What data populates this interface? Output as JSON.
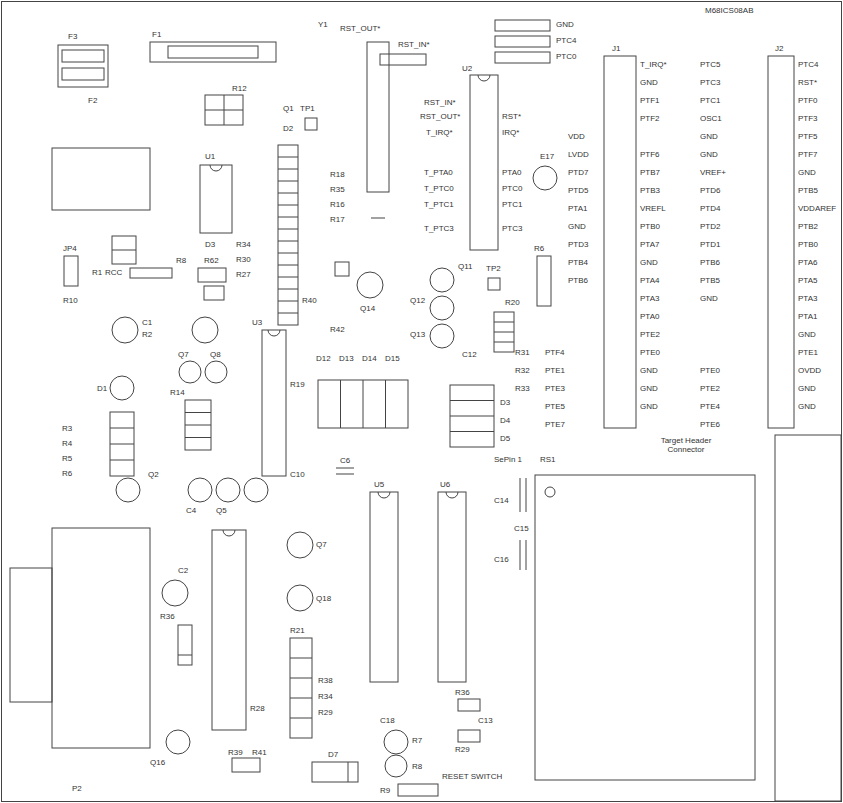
{
  "diagram": {
    "labels": [
      "M68ICS08AB",
      "F3",
      "F1",
      "Y1",
      "RST_OUT*",
      "RST_IN*",
      "GND",
      "PTC4",
      "PTC0",
      "J1",
      "J2",
      "T_IRQ*",
      "GND",
      "PTF1",
      "PTF2",
      "PTF6",
      "PTB7",
      "PTB3",
      "VREFL",
      "PTB0",
      "PTA7",
      "GND",
      "PTA4",
      "PTA3",
      "PTA0",
      "PTE2",
      "PTE0",
      "GND",
      "GND",
      "GND",
      "PTC5",
      "PTC3",
      "PTC1",
      "OSC1",
      "GND",
      "GND",
      "VREF+",
      "PTD6",
      "PTD4",
      "PTD2",
      "PTD1",
      "PTB6",
      "PTB5",
      "GND",
      "PTE0",
      "PTE2",
      "PTE4",
      "PTE6",
      "PTC4",
      "RST*",
      "PTF0",
      "PTF3",
      "PTF5",
      "PTF7",
      "GND",
      "PTB5",
      "VDDAREF",
      "PTB2",
      "PTB0",
      "PTA6",
      "PTA5",
      "PTA3",
      "PTA1",
      "GND",
      "PTE1",
      "OVDD",
      "GND",
      "GND",
      "VDD",
      "LVDD",
      "PTD7",
      "PTD5",
      "PTA1",
      "GND",
      "PTD3",
      "PTB4",
      "PTB6",
      "PTF4",
      "PTE1",
      "PTE3",
      "PTE5",
      "PTE7",
      "R31",
      "R32",
      "R33",
      "U2",
      "RST_IN*",
      "RST_OUT*",
      "T_IRQ*",
      "T_PTA0",
      "T_PTC0",
      "T_PTC1",
      "T_PTC3",
      "RST*",
      "IRQ*",
      "PTA0",
      "PTC0",
      "PTC1",
      "PTC3",
      "E17",
      "F2",
      "U1",
      "R12",
      "Q1",
      "TP1",
      "D2",
      "R18",
      "R35",
      "R16",
      "R17",
      "D3",
      "R34",
      "R30",
      "R27",
      "R40",
      "Q14",
      "Q11",
      "Q12",
      "Q13",
      "R42",
      "C12",
      "TP2",
      "R20",
      "R6",
      "JP4",
      "R10",
      "R1",
      "RCC",
      "R8",
      "R62",
      "C1",
      "R2",
      "D1",
      "R3",
      "R4",
      "R5",
      "R6",
      "Q7",
      "Q8",
      "R14",
      "U3",
      "R19",
      "C10",
      "C6",
      "Q2",
      "C4",
      "Q5",
      "C2",
      "R36",
      "D12",
      "D13",
      "D14",
      "D15",
      "D3",
      "D4",
      "D5",
      "SePin 1",
      "RS1",
      "C14",
      "C15",
      "C16",
      "U5",
      "U6",
      "Q7",
      "Q18",
      "R21",
      "R38",
      "R34",
      "R29",
      "R28",
      "C18",
      "R7",
      "R8",
      "R9",
      "RESET SWITCH",
      "C13",
      "R36",
      "R29",
      "P2",
      "Q16",
      "R41",
      "R39",
      "D7",
      "Target Header Connector"
    ]
  }
}
